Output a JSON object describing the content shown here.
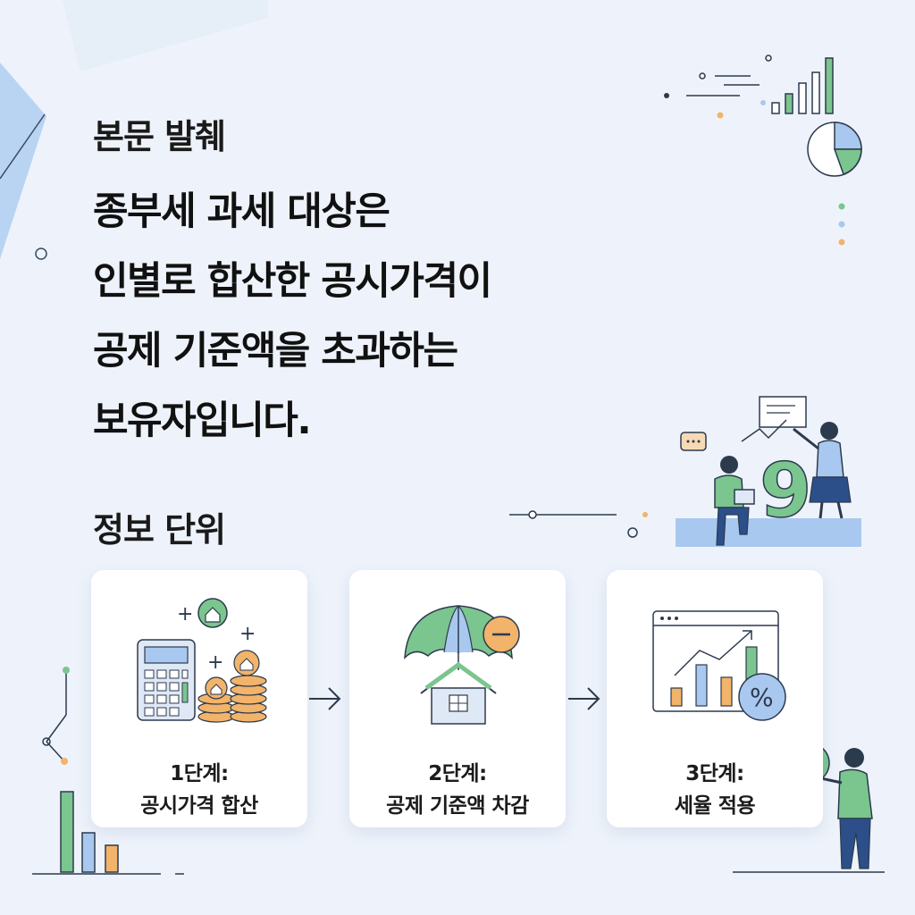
{
  "excerpt": {
    "label": "본문 발췌",
    "lines": [
      "종부세 과세 대상은",
      "인별로 합산한 공시가격이",
      "공제 기준액을 초과하는",
      "보유자입니다."
    ]
  },
  "info": {
    "label": "정보 단위",
    "steps": [
      {
        "step": "1단계:",
        "title": "공시가격 합산",
        "icon": "calculator-coins-house-icon"
      },
      {
        "step": "2단계:",
        "title": "공제 기준액 차감",
        "icon": "umbrella-house-minus-icon"
      },
      {
        "step": "3단계:",
        "title": "세율 적용",
        "icon": "chart-percent-icon"
      }
    ]
  },
  "colors": {
    "background": "#eef3fb",
    "green": "#7bc58f",
    "blue": "#a9c8ef",
    "orange": "#f2b36a",
    "dark": "#2c3a4e"
  }
}
